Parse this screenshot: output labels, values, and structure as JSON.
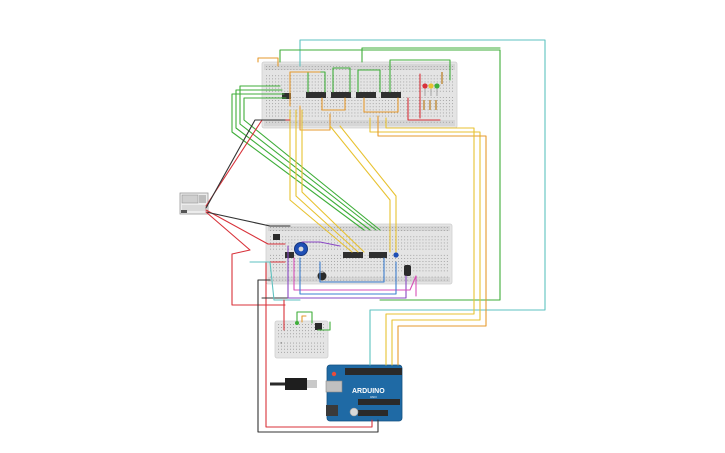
{
  "diagram": {
    "arduino": {
      "brand_label": "ARDUINO",
      "model_label": "UNO",
      "accent": "#1f6aa5"
    },
    "breadboards": {
      "top": {
        "name": "breadboard-top"
      },
      "middle": {
        "name": "breadboard-middle"
      },
      "small": {
        "name": "breadboard-small"
      }
    },
    "components": {
      "led_colors": [
        "#d8323a",
        "#e8c231",
        "#3fae3a"
      ],
      "potentiometer_color": "#1f4fb5",
      "wire_colors": {
        "green": "#3fae3a",
        "yellow": "#e8c231",
        "orange": "#e69a2e",
        "red": "#d8323a",
        "teal": "#5ec2c0",
        "blue": "#3e7fd0",
        "purple": "#8a48c4",
        "pink": "#d84fb8",
        "black": "#333333"
      }
    }
  }
}
